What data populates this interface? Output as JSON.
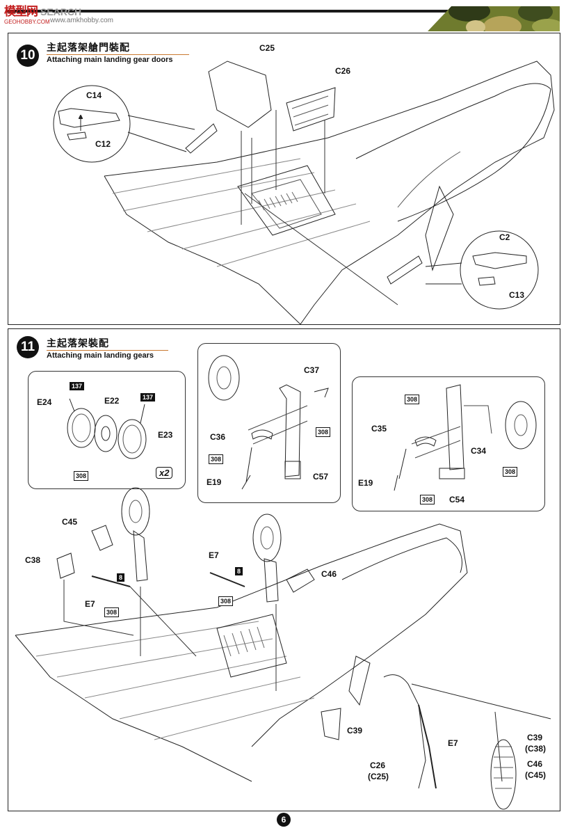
{
  "watermark": {
    "site": "模型网",
    "search": "SEARCH",
    "url": "www.amkhobby.com",
    "small": "GEOHOBBY.COM"
  },
  "colors": {
    "accent_rule": "#c9782f",
    "camo_green": "#6f7b2e"
  },
  "page_number": "6",
  "step10": {
    "number": "10",
    "title_cn": "主起落架艙門裝配",
    "title_en": "Attaching main landing gear doors",
    "labels": {
      "c25": "C25",
      "c26": "C26",
      "c14": "C14",
      "c12": "C12",
      "c2": "C2",
      "c13": "C13"
    }
  },
  "step11": {
    "number": "11",
    "title_cn": "主起落架裝配",
    "title_en": "Attaching main landing gears",
    "wheel_box": {
      "e24": "E24",
      "e22": "E22",
      "e23": "E23",
      "paint_a": "137",
      "paint_b": "137",
      "paint_c": "308",
      "multiplier": "x2"
    },
    "left_strut_box": {
      "c37": "C37",
      "c36": "C36",
      "e19": "E19",
      "c57": "C57",
      "paint_a": "308",
      "paint_b": "308"
    },
    "right_strut_box": {
      "paint_a": "308",
      "c35": "C35",
      "c34": "C34",
      "e19": "E19",
      "c54": "C54",
      "paint_b": "308",
      "paint_c": "308"
    },
    "main": {
      "c45": "C45",
      "c38": "C38",
      "e7_left": "E7",
      "badge_left": "8",
      "paint_left": "308",
      "e7_center": "E7",
      "badge_center": "8",
      "paint_center": "308",
      "c46": "C46",
      "c39": "C39",
      "detail_e7": "E7",
      "detail_c26": "C26",
      "detail_c25": "(C25)",
      "detail_c39": "C39",
      "detail_c38": "(C38)",
      "detail_c46": "C46",
      "detail_c45": "(C45)"
    }
  }
}
